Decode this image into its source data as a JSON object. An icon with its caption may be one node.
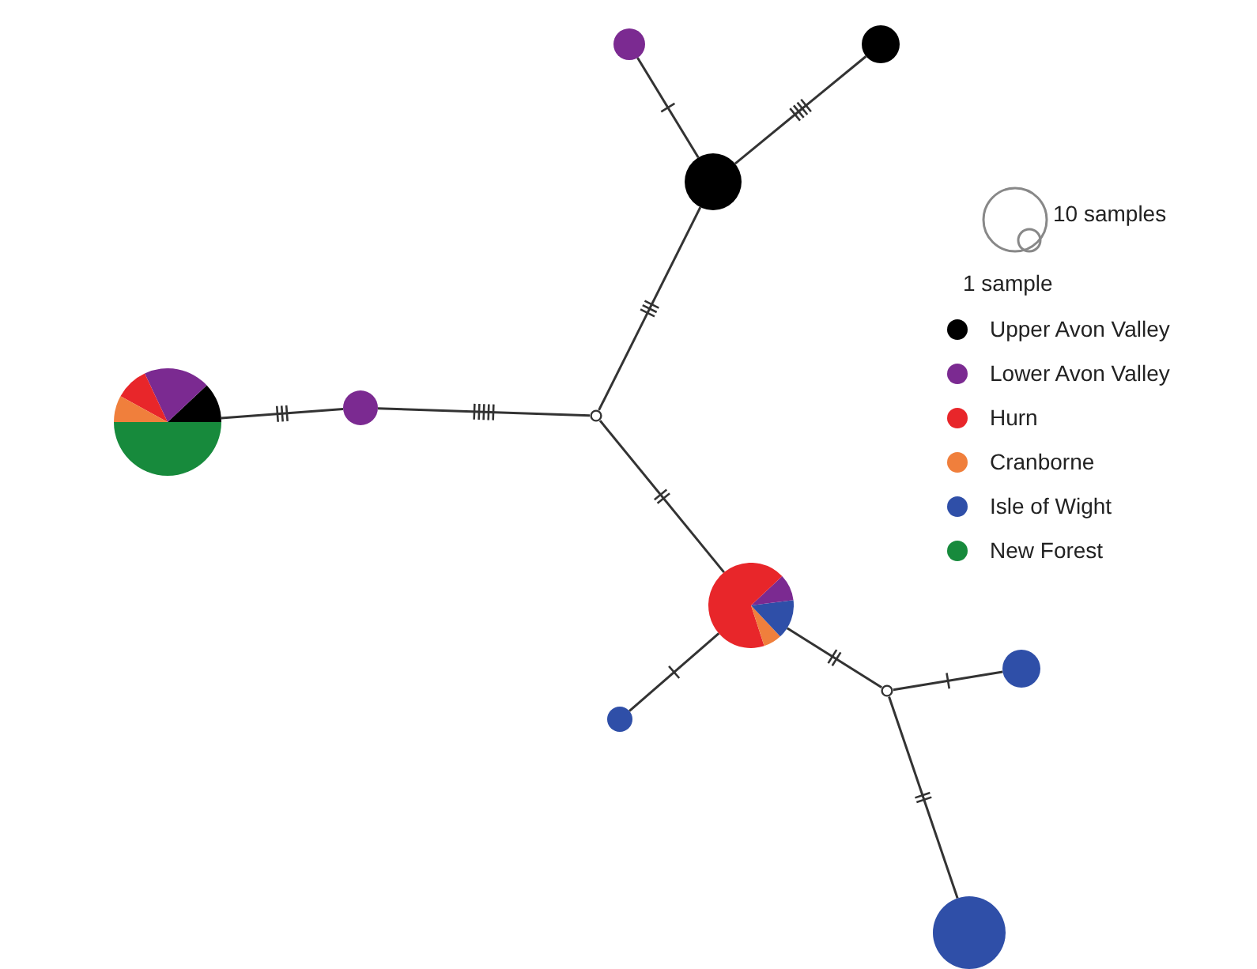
{
  "diagram": {
    "nodes": [
      {
        "text": [],
        "shape": "circle"
      },
      {
        "text": [],
        "shape": "circle"
      },
      {
        "text": [],
        "shape": "circle"
      },
      {
        "text": [],
        "shape": "circle"
      },
      {
        "text": [],
        "shape": "circle"
      },
      {
        "text": [],
        "shape": "circle"
      },
      {
        "text": [],
        "shape": "circle"
      },
      {
        "text": [],
        "shape": "circle"
      },
      {
        "text": [],
        "shape": "circle"
      },
      {
        "text": [],
        "shape": "circle"
      },
      {
        "text": [],
        "shape": "circle"
      }
    ],
    "edges": [
      {
        "from": 0,
        "to": 2,
        "arrow": "none"
      },
      {
        "from": 1,
        "to": 2,
        "arrow": "none"
      },
      {
        "from": 2,
        "to": 5,
        "arrow": "none"
      },
      {
        "from": 3,
        "to": 4,
        "arrow": "none"
      },
      {
        "from": 4,
        "to": 5,
        "arrow": "none"
      },
      {
        "from": 5,
        "to": 6,
        "arrow": "none"
      },
      {
        "from": 6,
        "to": 7,
        "arrow": "none"
      },
      {
        "from": 6,
        "to": 8,
        "arrow": "none"
      },
      {
        "from": 8,
        "to": 9,
        "arrow": "none"
      },
      {
        "from": 8,
        "to": 10,
        "arrow": "none"
      }
    ],
    "labels": [
      "10 samples",
      "1 sample"
    ],
    "legend": [
      {
        "text": "Upper Avon Valley",
        "color": "#000000"
      },
      {
        "text": "Lower Avon Valley",
        "color": "#7b2a91"
      },
      {
        "text": "Hurn",
        "color": "#e8262a"
      },
      {
        "text": "Cranborne",
        "color": "#f07f3c"
      },
      {
        "text": "Isle of Wight",
        "color": "#2f4fa8"
      },
      {
        "text": "New Forest",
        "color": "#178a3c"
      }
    ]
  }
}
